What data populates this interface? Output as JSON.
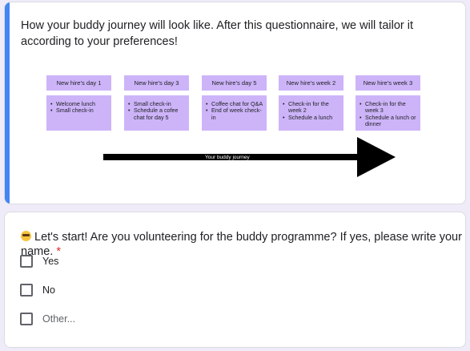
{
  "intro": {
    "description": "How your buddy journey will look like. After this questionnaire, we will tailor it according to your preferences!"
  },
  "timeline": {
    "stages": [
      {
        "title": "New hire's day 1",
        "items": [
          "Welcome lunch",
          "Small check-in"
        ]
      },
      {
        "title": "New hire's day 3",
        "items": [
          "Small check-in",
          "Schedule a cofee chat for day 5"
        ]
      },
      {
        "title": "New hire's day 5",
        "items": [
          "Coffee chat for Q&A",
          "End of week check-in"
        ]
      },
      {
        "title": "New hire's week 2",
        "items": [
          "Check-in for the week 2",
          "Schedule a lunch"
        ]
      },
      {
        "title": "New hire's week 3",
        "items": [
          "Check-in for the week 3",
          "Schedule a lunch or dinner"
        ]
      }
    ],
    "arrow_label": "Your buddy journey"
  },
  "question": {
    "text": "Let's start! Are you volunteering for the buddy programme? If yes,  please write your name.",
    "required_mark": "*",
    "emoji_icon": "grinning-face-icon",
    "options": [
      "Yes",
      "No",
      "Other..."
    ]
  },
  "colors": {
    "background": "#f0ebf8",
    "accent": "#4285f4",
    "sticky_note": "#cdb4f9",
    "required": "#d93025"
  }
}
